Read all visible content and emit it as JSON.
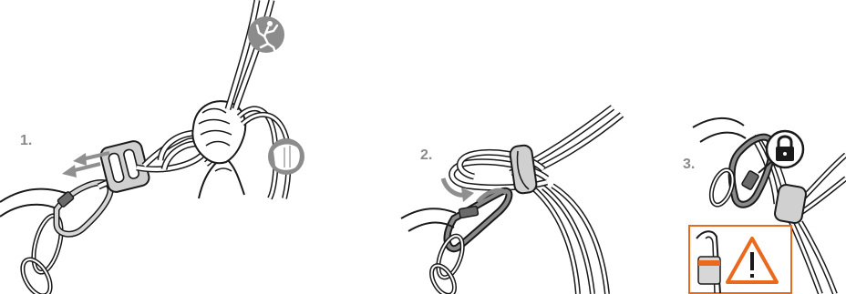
{
  "steps": [
    {
      "label": "1."
    },
    {
      "label": "2."
    },
    {
      "label": "3."
    }
  ],
  "icons": {
    "climber": "climber-icon",
    "hand": "hand-grip-icon",
    "lock": "lock-icon",
    "warning": "warning-triangle-icon"
  },
  "colors": {
    "line": "#1a1a1a",
    "rope_fill": "#ffffff",
    "carabiner_fill": "#d7d7d7",
    "device_fill": "#cfcfcf",
    "icon_circle": "#8c8c8c",
    "arrow_gray": "#8f8f8f",
    "warning_orange": "#e9691f"
  }
}
